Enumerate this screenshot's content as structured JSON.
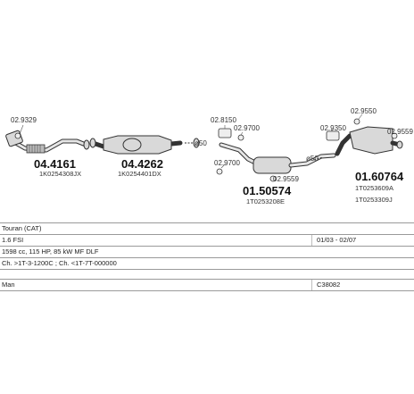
{
  "parts": {
    "front_pipe": {
      "number": "04.4161",
      "oe": "1K0254308JX",
      "ref_clamp": "02.9329"
    },
    "catalyst": {
      "number": "04.4262",
      "oe": "1K0254401DX"
    },
    "middle_silencer": {
      "number": "01.50574",
      "oe": "1T0253208E",
      "ref_top": "02.8150",
      "ref_top2": "02.9700",
      "ref_left": "02.9700",
      "ref_bottom": "02.9559"
    },
    "rear_silencer": {
      "number": "01.60764",
      "oe1": "1T0253609A",
      "oe2": "1T0253309J",
      "ref_top": "02.9550",
      "ref_left": "02.9350",
      "ref_right": "02.9559"
    },
    "diameters": {
      "d1": "ø50",
      "d2": "ø50"
    }
  },
  "specs": {
    "model": "Touran (CAT)",
    "engine": "1.6 FSI",
    "years": "01/03 - 02/07",
    "details": "1598 cc, 115 HP, 85 kW MF DLF",
    "chassis": "Ch. >1T-3-1200C ; Ch. <1T-7T-000000",
    "brand": "Man",
    "code": "C38082"
  }
}
